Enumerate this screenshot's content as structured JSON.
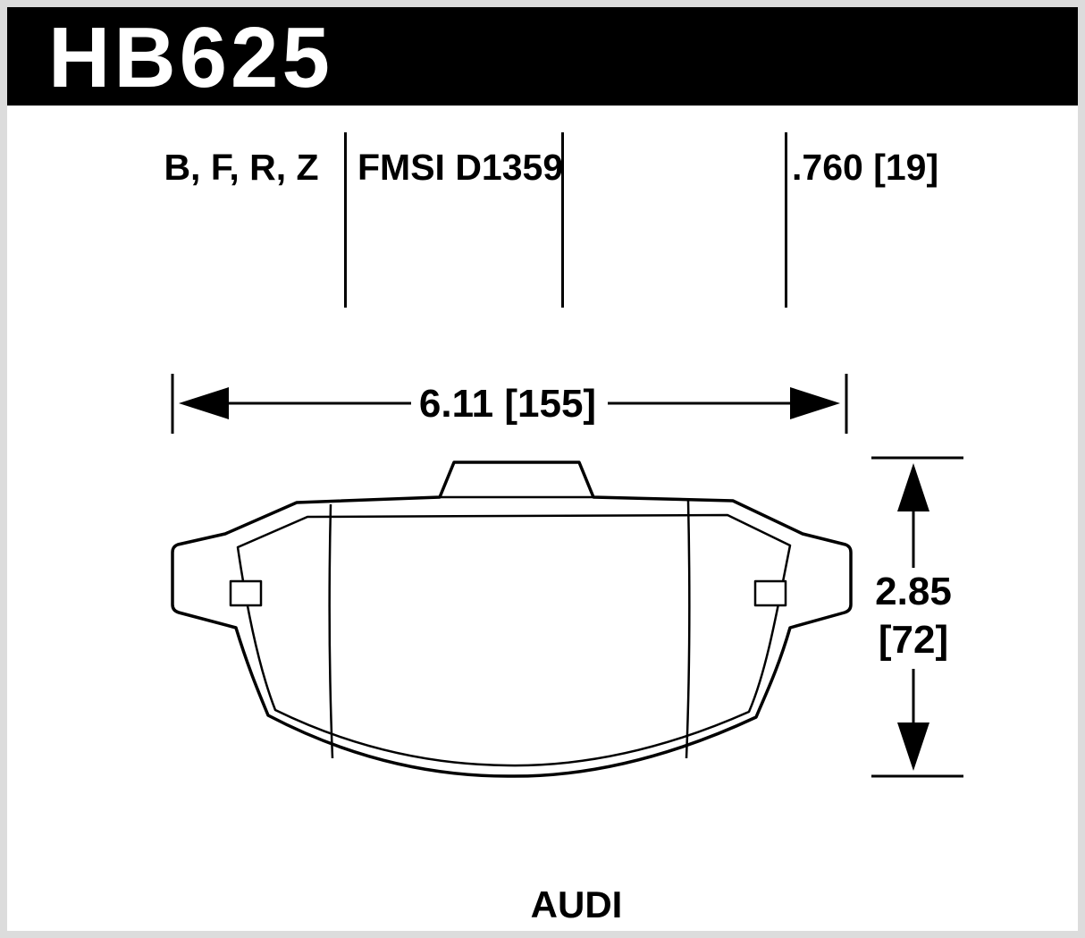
{
  "header": {
    "part_number": "HB625"
  },
  "spec_row": {
    "compounds": "B, F, R, Z",
    "fmsi": "FMSI D1359",
    "pad_thickness": ".760 [19]"
  },
  "dimensions": {
    "width": "6.11 [155]",
    "height_in": "2.85",
    "height_mm": "[72]"
  },
  "footer": {
    "vehicle": "AUDI"
  },
  "colors": {
    "header_bg": "#000000",
    "header_fg": "#ffffff",
    "line": "#000000",
    "frame_border": "#dcdcdc"
  }
}
